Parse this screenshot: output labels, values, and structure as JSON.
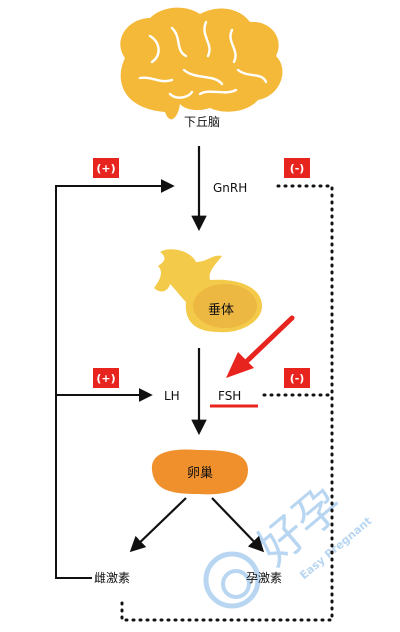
{
  "nodes": {
    "hypothalamus": "下丘脑",
    "gnrh": "GnRH",
    "pituitary": "垂体",
    "lh": "LH",
    "fsh": "FSH",
    "ovary": "卵巢",
    "estrogen": "雌激素",
    "progesterone": "孕激素"
  },
  "badges": {
    "gnrh_positive": "(+)",
    "gnrh_negative": "(-)",
    "lh_positive": "(+)",
    "fsh_negative": "(-)"
  },
  "watermark": {
    "cn": "好孕",
    "en": "Easy Pregnant"
  },
  "colors": {
    "brain": "#F5B93A",
    "pituitary": "#F4CA4A",
    "ovary": "#F0902C",
    "badge": "#E8241F",
    "highlight": "#E8241F",
    "watermark": "#7FB6E6"
  },
  "icons": {
    "brain": "brain-icon",
    "pituitary": "pituitary-gland-icon",
    "ovary": "ovary-icon"
  }
}
